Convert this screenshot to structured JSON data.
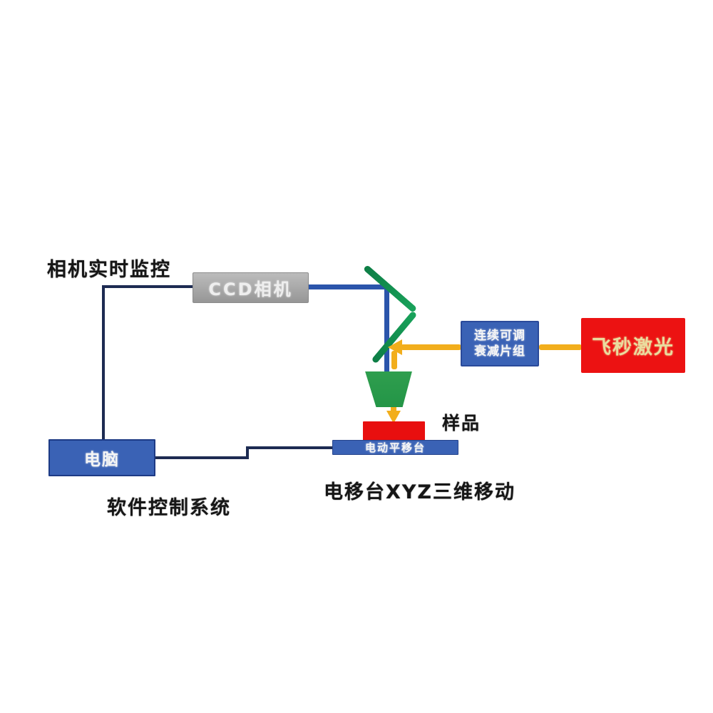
{
  "labels": {
    "camera_monitoring": "相机实时监控",
    "sample": "样品",
    "stage_caption": "电移台XYZ三维移动",
    "software_control": "软件控制系统"
  },
  "nodes": {
    "camera": {
      "label": "CCD相机",
      "fill": "#a9a9a9"
    },
    "attenuator": {
      "line1": "连续可调",
      "line2": "衰减片组",
      "fill": "#3a62b5"
    },
    "laser": {
      "label": "飞秒激光",
      "fill": "#ec1212",
      "text_color": "#eadc9e"
    },
    "computer": {
      "label": "电脑",
      "fill": "#3a62b5"
    },
    "stage": {
      "label": "电动平移台",
      "fill": "#3a62b5"
    },
    "sample_block": {
      "fill": "#e80f0f"
    },
    "objective_lens": {
      "fill": "#2ca14d"
    },
    "mirror": {
      "fill": "#12884c"
    }
  },
  "colors": {
    "beam_yellow": "#f2ae1c",
    "camera_beam_blue": "#2b55ab",
    "control_line_navy": "#1d2b52",
    "background": "#ffffff"
  }
}
